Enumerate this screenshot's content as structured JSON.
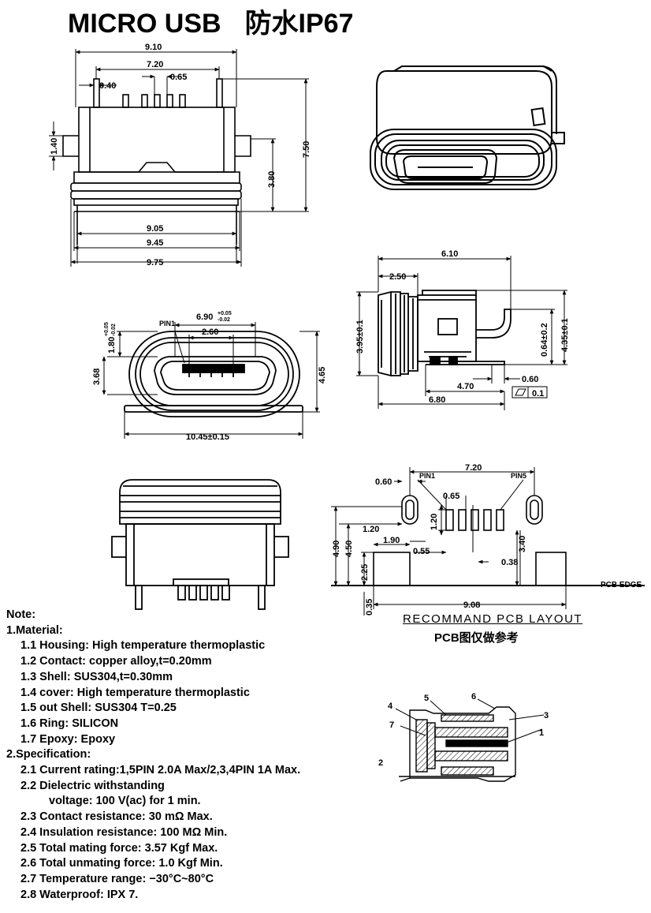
{
  "title": {
    "main": "MICRO USB",
    "sub": "防水IP67"
  },
  "dimensions": {
    "top_view": {
      "width_overall": "9.10",
      "pin_span": "7.20",
      "pin_width": "0.40",
      "pin_pitch": "0.65",
      "tab_height": "1.40",
      "height_partial": "3.80",
      "height_total": "7.50",
      "width_ring": "9.05",
      "width_mid": "9.45",
      "width_base": "9.75"
    },
    "front_view": {
      "pin1_label": "PIN1",
      "opening_width": "6.90",
      "opening_tol_plus": "+0.05",
      "opening_tol_minus": "-0.02",
      "inner_width": "2.60",
      "inner_height": "1.80",
      "inner_tol_plus": "+0.05",
      "inner_tol_minus": "-0.02",
      "outer_height_left": "3.68",
      "outer_height_right": "4.65",
      "overall_width": "10.45±0.15"
    },
    "side_view": {
      "depth_total": "6.10",
      "depth_ring": "2.50",
      "height_left": "3.95±0.1",
      "height_pin": "0.64±0.2",
      "height_right": "4.35±0.1",
      "pin_offset": "0.60",
      "base_length": "4.70",
      "overall_length": "6.80",
      "flatness": "0.1"
    },
    "pcb_layout": {
      "span": "7.20",
      "pin1_label": "PIN1",
      "pin5_label": "PIN5",
      "slot_width": "0.60",
      "pitch": "0.65",
      "pad_height": "1.20",
      "pad_height_2": "1.20",
      "pad_offset": "1.90",
      "pad_gap": "0.55",
      "pin_pad_width": "0.38",
      "pin_depth": "3.40",
      "height_a": "4.90",
      "height_b": "4.50",
      "height_c": "2.25",
      "edge_offset": "0.35",
      "pad_span": "9.08",
      "pcb_edge_label": "PCB EDGE",
      "caption": "RECOMMAND PCB LAYOUT",
      "caption_cn": "PCB图仅做参考"
    },
    "section_callouts": [
      "1",
      "2",
      "3",
      "4",
      "5",
      "6",
      "7"
    ]
  },
  "notes": {
    "heading": "Note:",
    "material_heading": "1.Material:",
    "material": [
      "1.1  Housing:   High temperature   thermoplastic",
      "1.2  Contact:  copper alloy,t=0.20mm",
      "1.3  Shell:  SUS304,t=0.30mm",
      "1.4  cover:  High  temperature    thermoplastic",
      "1.5  out  Shell:  SUS304  T=0.25",
      "1.6  Ring:  SILICON",
      "1.7  Epoxy:  Epoxy"
    ],
    "spec_heading": "2.Specification:",
    "spec_1": "2.1  Current  rating:1,5PIN  2.0A  Max/2,3,4PIN  1A  Max.",
    "spec_2a": "2.2  Dielectric  withstanding",
    "spec_2b": "voltage:  100  V(ac)  for  1  min.",
    "spec_rest": [
      "2.3  Contact  resistance:  30  mΩ  Max.",
      "2.4  Insulation  resistance:  100  MΩ  Min.",
      "2.5  Total  mating  force:  3.57  Kgf  Max.",
      "2.6  Total  unmating  force:  1.0  Kgf  Min.",
      "2.7  Temperature  range:  −30°C~80°C",
      "2.8  Waterproof:  IPX  7."
    ]
  }
}
